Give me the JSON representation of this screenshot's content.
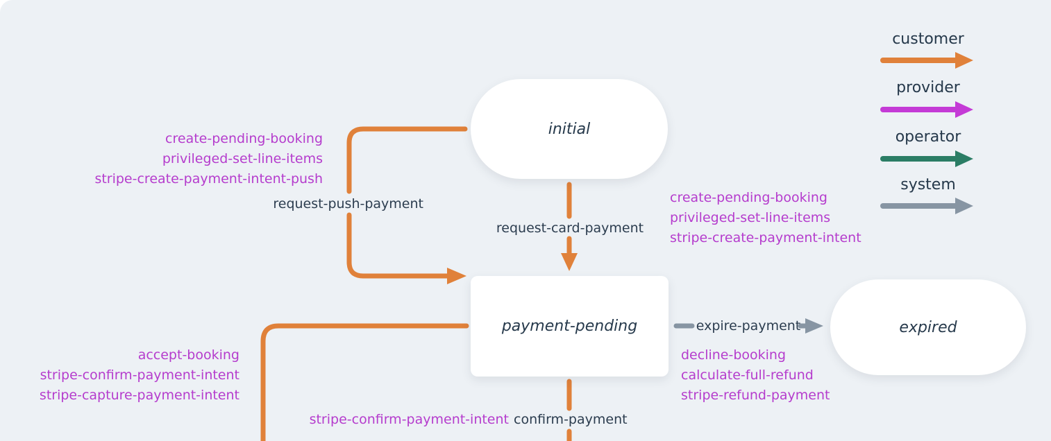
{
  "colors": {
    "background": "#edf1f5",
    "node_fill": "#ffffff",
    "node_text": "#26394b",
    "label_text": "#2c3d4f",
    "action_text": "#b53ccd",
    "customer_arrow": "#e0813a",
    "provider_arrow": "#c43bd6",
    "operator_arrow": "#2b7d65",
    "system_arrow": "#8795a3"
  },
  "legend": {
    "items": [
      {
        "label": "customer"
      },
      {
        "label": "provider"
      },
      {
        "label": "operator"
      },
      {
        "label": "system"
      }
    ]
  },
  "states": {
    "initial": "initial",
    "payment_pending": "payment-pending",
    "expired": "expired"
  },
  "transitions": {
    "request_push_payment": {
      "label": "request-push-payment",
      "actor": "customer",
      "actions": [
        "create-pending-booking",
        "privileged-set-line-items",
        "stripe-create-payment-intent-push"
      ]
    },
    "request_card_payment": {
      "label": "request-card-payment",
      "actor": "customer",
      "actions": [
        "create-pending-booking",
        "privileged-set-line-items",
        "stripe-create-payment-intent"
      ]
    },
    "expire_payment": {
      "label": "expire-payment",
      "actor": "system",
      "actions": [
        "decline-booking",
        "calculate-full-refund",
        "stripe-refund-payment"
      ]
    },
    "accept_booking": {
      "actor": "customer",
      "actions": [
        "accept-booking",
        "stripe-confirm-payment-intent",
        "stripe-capture-payment-intent"
      ]
    },
    "confirm_payment": {
      "label": "confirm-payment",
      "actor": "customer",
      "actions": [
        "stripe-confirm-payment-intent"
      ]
    }
  }
}
